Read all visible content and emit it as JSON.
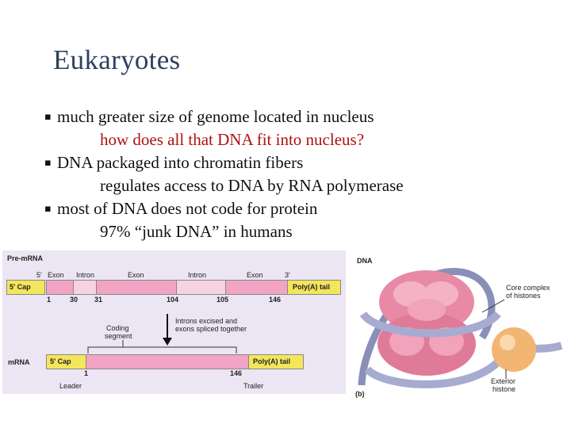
{
  "slide": {
    "title": "Eukaryotes",
    "bullets": [
      {
        "text": "much greater size of genome located in nucleus",
        "sub": "how does all that DNA fit into nucleus?"
      },
      {
        "text": "DNA packaged into chromatin fibers",
        "sub": "regulates access to DNA by RNA polymerase"
      },
      {
        "text": "most of DNA does not code for protein",
        "sub": "97% “junk DNA” in humans"
      }
    ],
    "bullet_glyph": "▪",
    "colors": {
      "title": "#2f3f5f",
      "sub_red": "#b01010",
      "text": "#111111"
    }
  },
  "diagram": {
    "premrna_label": "Pre-mRNA",
    "mrna_label": "mRNA",
    "five_prime": "5′",
    "three_prime": "3′",
    "segments": [
      "Exon",
      "Intron",
      "Exon",
      "Intron",
      "Exon"
    ],
    "cap": "5′ Cap",
    "polya": "Poly(A) tail",
    "positions": [
      "1",
      "30",
      "31",
      "104",
      "105",
      "146"
    ],
    "splice_note_1": "Introns excised and",
    "splice_note_2": "exons spliced together",
    "coding_1": "Coding",
    "coding_2": "segment",
    "mrna_positions": [
      "1",
      "146"
    ],
    "leader": "Leader",
    "trailer": "Trailer"
  },
  "dna_figure": {
    "dna": "DNA",
    "core_1": "Core complex",
    "core_2": "of histones",
    "ext_1": "Exterior",
    "ext_2": "histone",
    "panel": "(b)"
  }
}
